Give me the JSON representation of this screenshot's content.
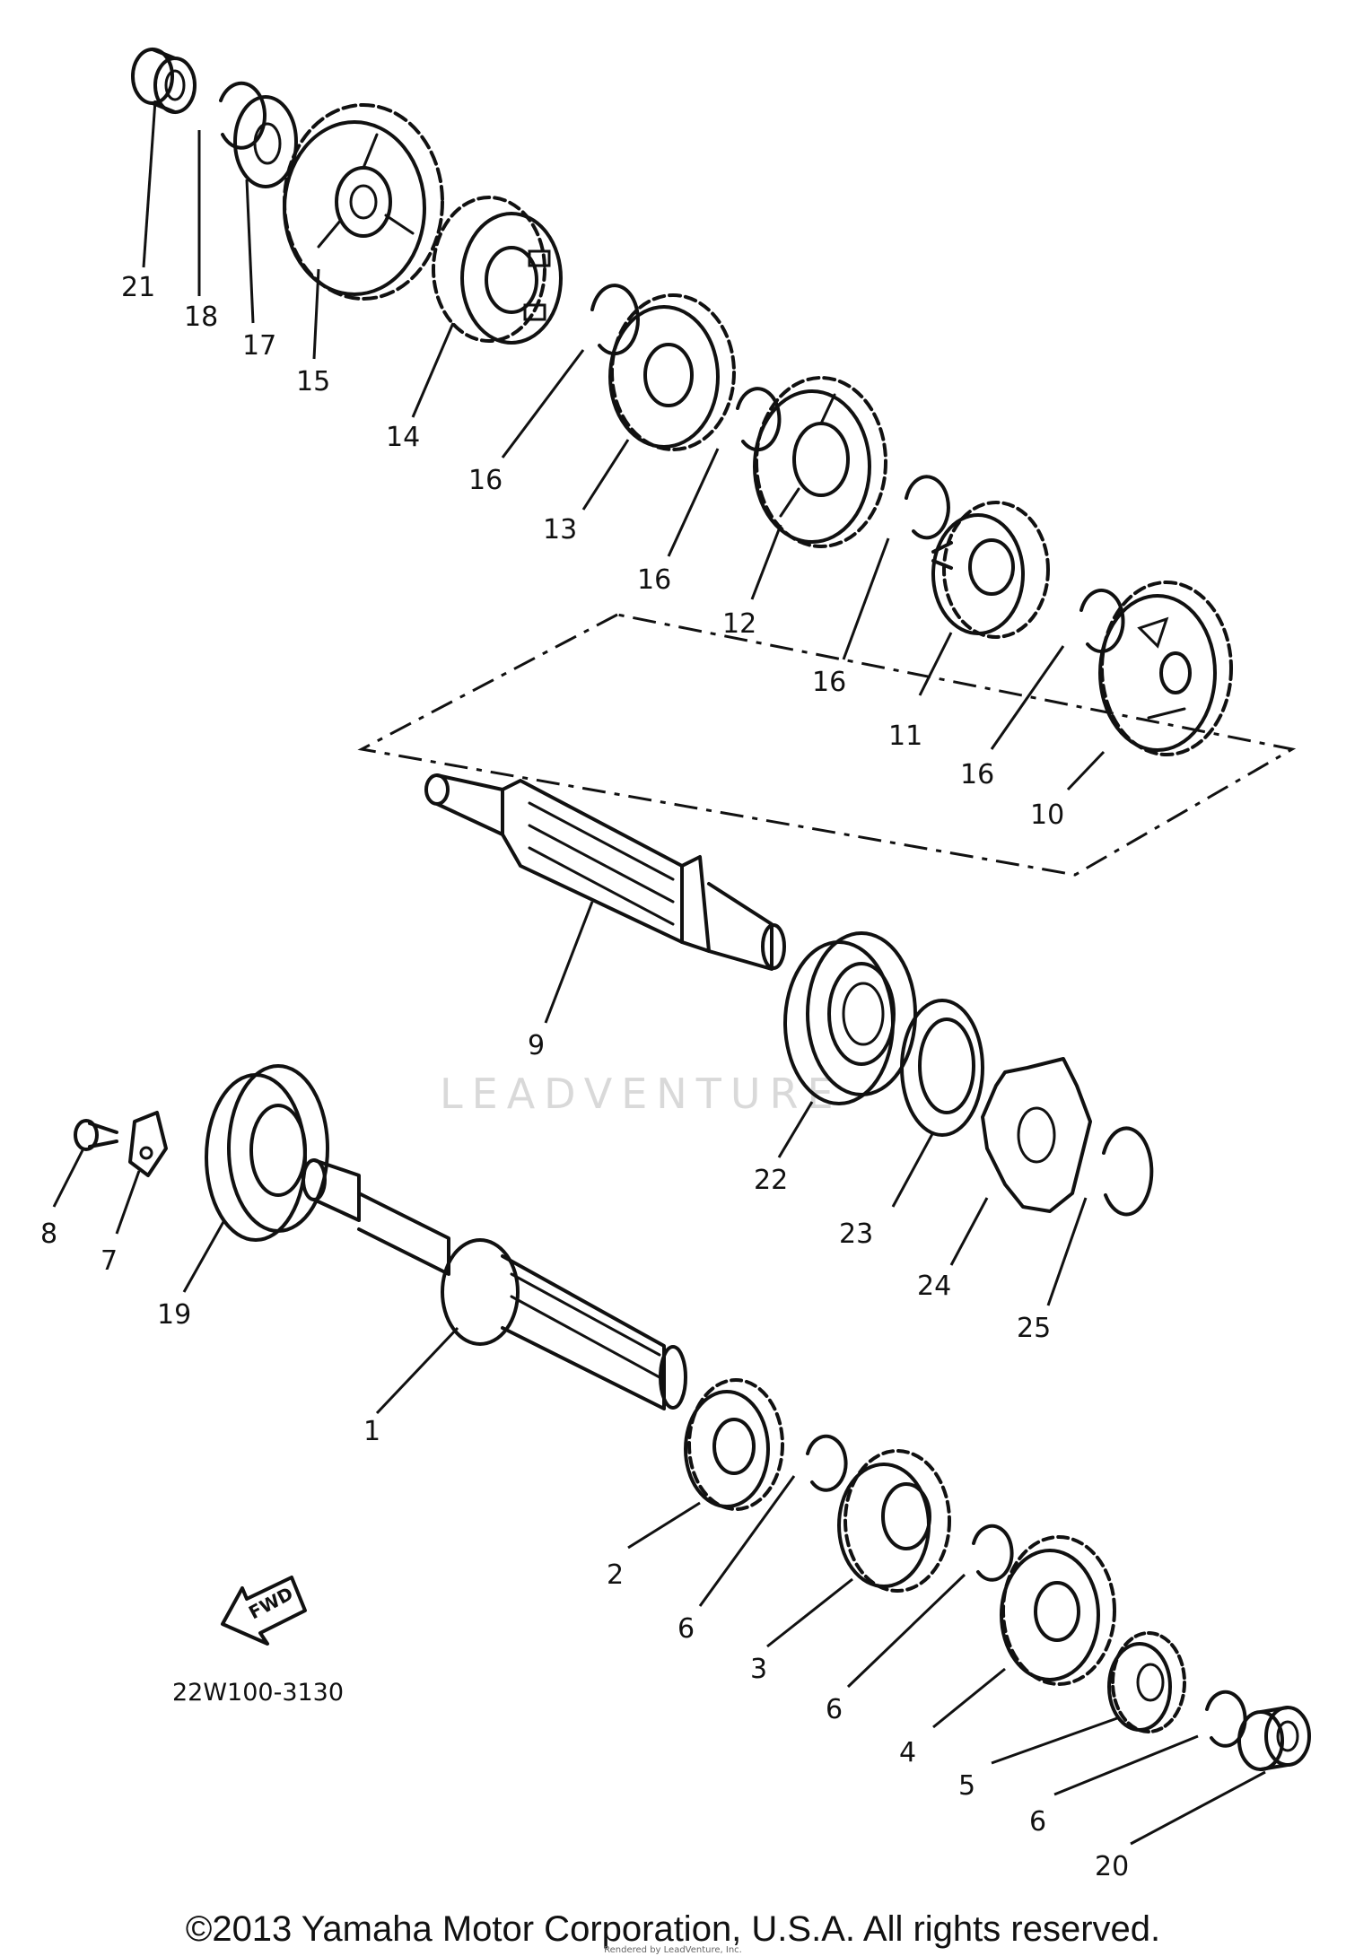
{
  "diagram_code": "22W100-3130",
  "fwd_label": "FWD",
  "watermark": "LEADVENTURE",
  "copyright": "©2013 Yamaha Motor Corporation, U.S.A. All rights reserved.",
  "rendered_by": "Rendered by LeadVenture, Inc.",
  "callouts": {
    "p1": "1",
    "p2": "2",
    "p3": "3",
    "p4": "4",
    "p5": "5",
    "p6a": "6",
    "p6b": "6",
    "p6c": "6",
    "p7": "7",
    "p8": "8",
    "p9": "9",
    "p10": "10",
    "p11": "11",
    "p12": "12",
    "p13": "13",
    "p14": "14",
    "p15": "15",
    "p16a": "16",
    "p16b": "16",
    "p16c": "16",
    "p16d": "16",
    "p17": "17",
    "p18": "18",
    "p19": "19",
    "p20": "20",
    "p21": "21",
    "p22": "22",
    "p23": "23",
    "p24": "24",
    "p25": "25"
  }
}
